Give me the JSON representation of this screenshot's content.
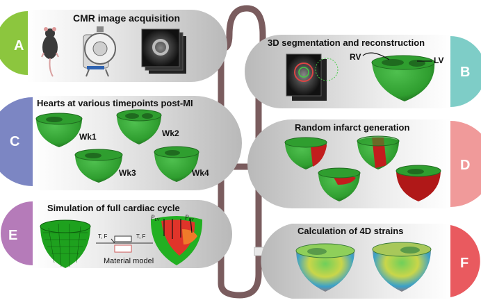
{
  "panels": {
    "a": {
      "letter": "A",
      "title": "CMR image acquisition",
      "color": "#8cc63e"
    },
    "b": {
      "letter": "B",
      "title": "3D segmentation and reconstruction",
      "color": "#7ecdc7",
      "label_rv": "RV",
      "label_lv": "LV"
    },
    "c": {
      "letter": "C",
      "title": "Hearts at various timepoints post-MI",
      "color": "#7c86c3",
      "weeks": [
        "Wk1",
        "Wk2",
        "Wk3",
        "Wk4"
      ]
    },
    "d": {
      "letter": "D",
      "title": "Random infarct generation",
      "color": "#f09a9a"
    },
    "e": {
      "letter": "E",
      "title": "Simulation of full cardiac cycle",
      "color": "#b57bb9",
      "material_label": "Material model",
      "tf_left": "T, F",
      "tf_right": "T, F",
      "p_lv": "P",
      "p_lv_sub": "LV",
      "p_rv": "P",
      "p_rv_sub": "RV"
    },
    "f": {
      "letter": "F",
      "title": "Calculation of 4D strains",
      "color": "#e95a5f"
    }
  },
  "colors": {
    "heart": "#2f9e2f",
    "heart_dark": "#1f6b1f",
    "infarct": "#c21d1d",
    "connector": "#7a5c5e",
    "panel_bg": "#e4e4e4"
  }
}
